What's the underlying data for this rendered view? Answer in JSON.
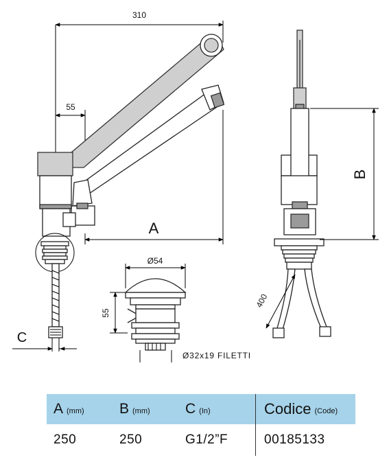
{
  "drawing": {
    "dimensions": {
      "total_length": "310",
      "offset": "55",
      "label_A": "A",
      "label_B": "B",
      "label_C": "C",
      "waste_diameter": "Ø54",
      "waste_height": "55",
      "thread": "Ø32x19 FILETTI",
      "hose_length": "400"
    }
  },
  "table": {
    "headers": [
      {
        "main": "A",
        "unit": "(mm)"
      },
      {
        "main": "B",
        "unit": "(mm)"
      },
      {
        "main": "C",
        "unit": "(In)"
      },
      {
        "main": "Codice",
        "unit": "(Code)"
      }
    ],
    "row": [
      "250",
      "250",
      "G1/2”F",
      "00185133"
    ]
  },
  "colors": {
    "header_bg": "#a6d3ea",
    "lever_grey": "#cfcfcf"
  }
}
